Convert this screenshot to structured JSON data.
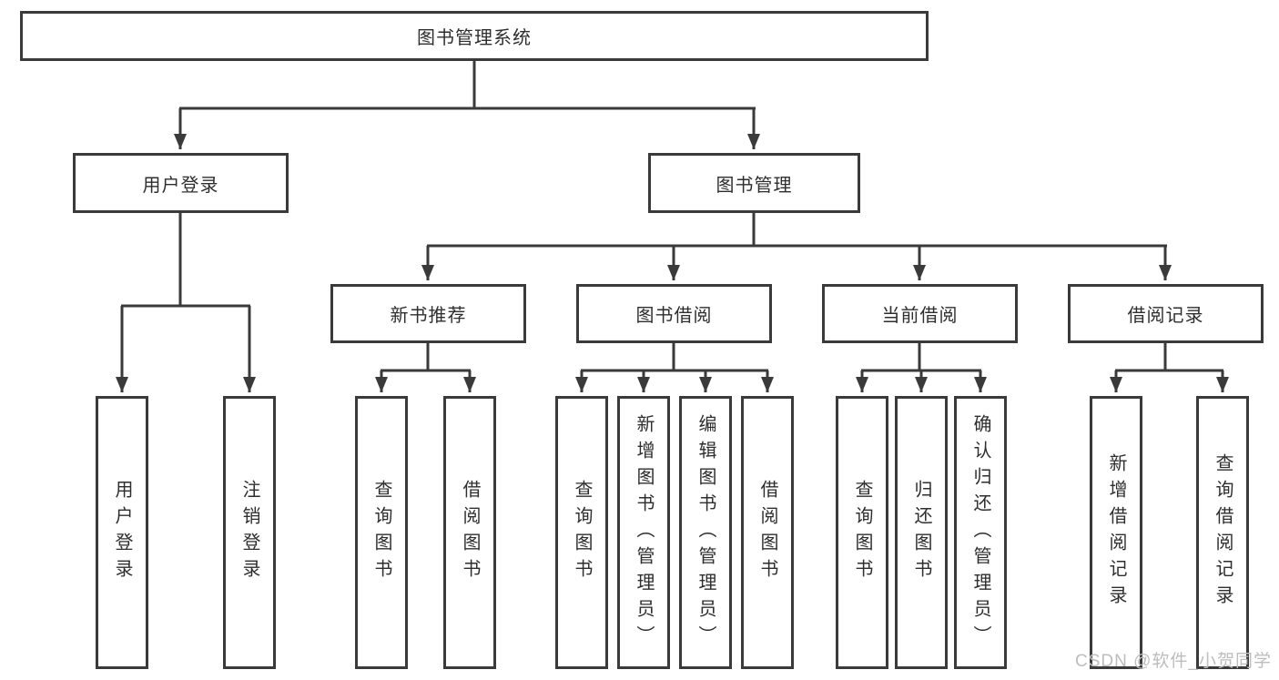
{
  "diagram": {
    "root_label": "图书管理系统",
    "branches": [
      {
        "label": "用户登录",
        "leaves": [
          "用户登录",
          "注销登录"
        ]
      },
      {
        "label": "图书管理",
        "groups": [
          {
            "label": "新书推荐",
            "leaves": [
              "查询图书",
              "借阅图书"
            ]
          },
          {
            "label": "图书借阅",
            "leaves": [
              "查询图书",
              "新增图书（管理员）",
              "编辑图书（管理员）",
              "借阅图书"
            ]
          },
          {
            "label": "当前借阅",
            "leaves": [
              "查询图书",
              "归还图书",
              "确认归还（管理员）"
            ]
          },
          {
            "label": "借阅记录",
            "leaves": [
              "新增借阅记录",
              "查询借阅记录"
            ]
          }
        ]
      }
    ]
  },
  "colors": {
    "line": "#3a3a3a",
    "border": "#3a3a3a",
    "text": "#2e2e2e",
    "watermark": "#bdbdbd"
  },
  "watermark": "CSDN @软件_小贺同学"
}
